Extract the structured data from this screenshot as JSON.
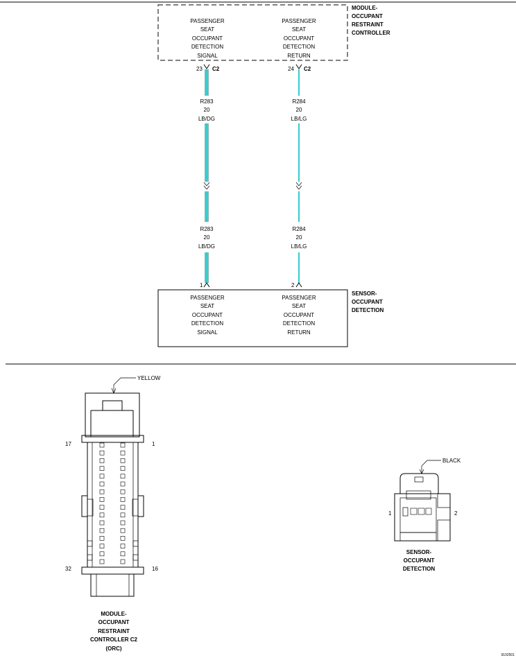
{
  "module": {
    "title_lines": [
      "MODULE-",
      "OCCUPANT",
      "RESTRAINT",
      "CONTROLLER"
    ],
    "left_func": [
      "PASSENGER",
      "SEAT",
      "OCCUPANT",
      "DETECTION",
      "SIGNAL"
    ],
    "right_func": [
      "PASSENGER",
      "SEAT",
      "OCCUPANT",
      "DETECTION",
      "RETURN"
    ],
    "pin_left": "23",
    "pin_right": "24",
    "connector_left": "C2",
    "connector_right": "C2"
  },
  "wires": {
    "left_upper": [
      "R283",
      "20",
      "LB/DG"
    ],
    "right_upper": [
      "R284",
      "20",
      "LB/LG"
    ],
    "left_lower": [
      "R283",
      "20",
      "LB/DG"
    ],
    "right_lower": [
      "R284",
      "20",
      "LB/LG"
    ],
    "colors": {
      "lb": "#33cccc",
      "stripe": "#1f8a8a"
    }
  },
  "sensor": {
    "title_lines": [
      "SENSOR-",
      "OCCUPANT",
      "DETECTION"
    ],
    "left_func": [
      "PASSENGER",
      "SEAT",
      "OCCUPANT",
      "DETECTION",
      "SIGNAL"
    ],
    "right_func": [
      "PASSENGER",
      "SEAT",
      "OCCUPANT",
      "DETECTION",
      "RETURN"
    ],
    "pin_left": "1",
    "pin_right": "2"
  },
  "connector_orc": {
    "color_label": "YELLOW",
    "pin_top_left": "17",
    "pin_top_right": "1",
    "pin_bottom_left": "32",
    "pin_bottom_right": "16",
    "caption_lines": [
      "MODULE-",
      "OCCUPANT",
      "RESTRAINT",
      "CONTROLLER C2",
      "(ORC)"
    ]
  },
  "connector_sensor": {
    "color_label": "BLACK",
    "pin_left": "1",
    "pin_right": "2",
    "caption_lines": [
      "SENSOR-",
      "OCCUPANT",
      "DETECTION"
    ]
  },
  "figure_id": "9102501"
}
